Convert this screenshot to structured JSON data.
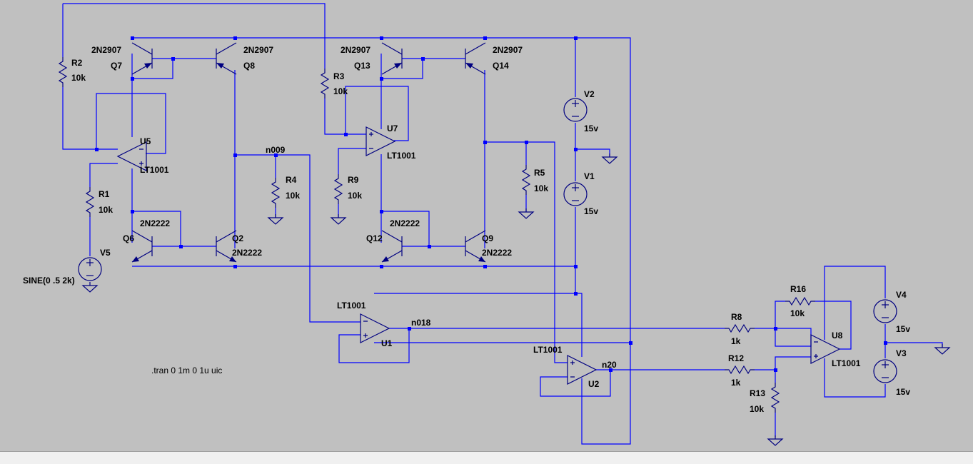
{
  "components": {
    "R1": {
      "name": "R1",
      "value": "10k"
    },
    "R2": {
      "name": "R2",
      "value": "10k"
    },
    "R3": {
      "name": "R3",
      "value": "10k"
    },
    "R4": {
      "name": "R4",
      "value": "10k"
    },
    "R5": {
      "name": "R5",
      "value": "10k"
    },
    "R8": {
      "name": "R8",
      "value": "1k"
    },
    "R9": {
      "name": "R9",
      "value": "10k"
    },
    "R12": {
      "name": "R12",
      "value": "1k"
    },
    "R13": {
      "name": "R13",
      "value": "10k"
    },
    "R16": {
      "name": "R16",
      "value": "10k"
    },
    "Q2": {
      "name": "Q2",
      "model": "2N2222"
    },
    "Q6": {
      "name": "Q6",
      "model": "2N2222"
    },
    "Q7": {
      "name": "Q7",
      "model": "2N2907"
    },
    "Q8": {
      "name": "Q8",
      "model": "2N2907"
    },
    "Q9": {
      "name": "Q9",
      "model": "2N2222"
    },
    "Q12": {
      "name": "Q12",
      "model": "2N2222"
    },
    "Q13": {
      "name": "Q13",
      "model": "2N2907"
    },
    "Q14": {
      "name": "Q14",
      "model": "2N2907"
    },
    "U1": {
      "name": "U1",
      "model": "LT1001"
    },
    "U2": {
      "name": "U2",
      "model": "LT1001"
    },
    "U5": {
      "name": "U5",
      "model": "LT1001"
    },
    "U7": {
      "name": "U7",
      "model": "LT1001"
    },
    "U8": {
      "name": "U8",
      "model": "LT1001"
    },
    "V1": {
      "name": "V1",
      "value": "15v"
    },
    "V2": {
      "name": "V2",
      "value": "15v"
    },
    "V3": {
      "name": "V3",
      "value": "15v"
    },
    "V4": {
      "name": "V4",
      "value": "15v"
    },
    "V5": {
      "name": "V5",
      "value": "SINE(0 .5 2k)"
    }
  },
  "nets": {
    "n009": "n009",
    "n018": "n018",
    "n20": "n20"
  },
  "directive": ".tran 0 1m 0 1u uic",
  "symbols": {
    "plus": "+",
    "minus": "−"
  },
  "colors": {
    "background": "#c0c0c0",
    "wire": "#0000ff",
    "component": "#000080",
    "text": "#000000"
  }
}
